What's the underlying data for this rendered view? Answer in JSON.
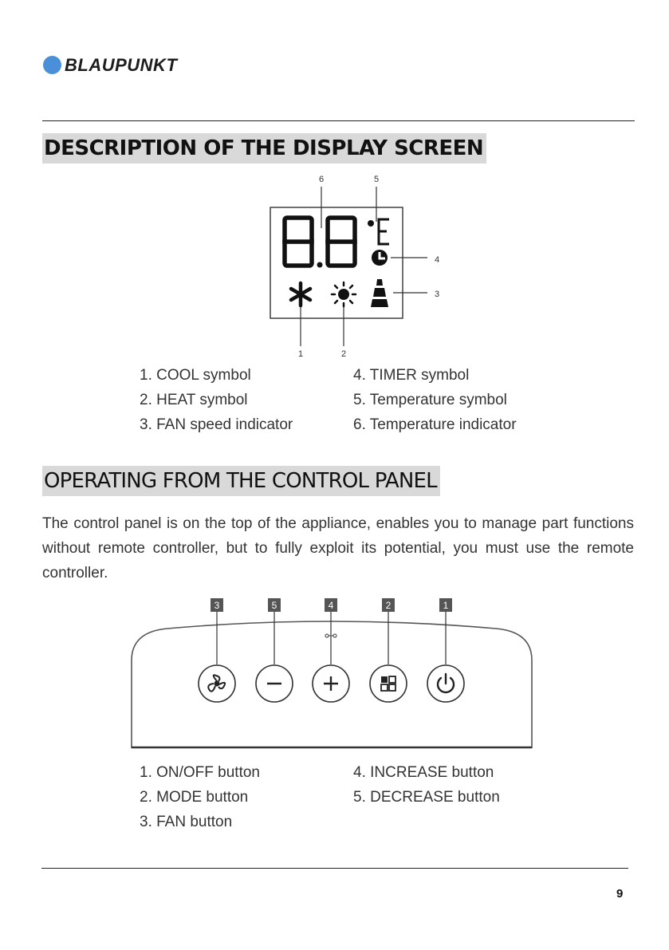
{
  "header": {
    "brand": "BLAUPUNKT"
  },
  "display_section": {
    "title": "DESCRIPTION OF THE DISPLAY SCREEN",
    "callouts": [
      "1",
      "2",
      "3",
      "4",
      "5",
      "6"
    ],
    "legend_left": [
      "1. COOL symbol",
      "2. HEAT symbol",
      "3. FAN speed indicator"
    ],
    "legend_right": [
      "4. TIMER symbol",
      "5. Temperature symbol",
      "6. Temperature indicator"
    ]
  },
  "control_section": {
    "title": "OPERATING FROM THE CONTROL PANEL",
    "paragraph": "The control panel is on the top of the appliance, enables you to manage part functions without remote controller, but to fully exploit its potential, you must use the remote controller.",
    "button_tags": [
      "3",
      "5",
      "4",
      "2",
      "1"
    ],
    "legend_left": [
      "1. ON/OFF button",
      "2. MODE button",
      "3. FAN button"
    ],
    "legend_right": [
      "4. INCREASE button",
      "5. DECREASE button"
    ]
  },
  "footer": {
    "page_number": "9"
  },
  "colors": {
    "logo_accent": "#4a90d9",
    "title_background": "#d9d9d9",
    "tag_background": "#555555"
  }
}
